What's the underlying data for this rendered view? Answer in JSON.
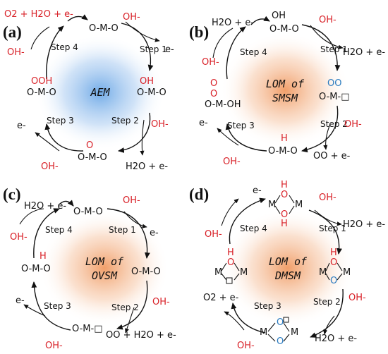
{
  "colors": {
    "oxygen_red": "#d81f26",
    "oxygen_blue": "#2b7bbf",
    "aem_glow": "#7ab2ea",
    "lom_glow": "#f2a574"
  },
  "panels": [
    {
      "id": "a",
      "letter": "(a)",
      "center": [
        "AEM"
      ],
      "steps": [
        "Step 1",
        "Step 2",
        "Step 3",
        "Step 4"
      ],
      "hydroxide": "OH-",
      "species": {
        "top": "O-M-O",
        "right": "O-M-O",
        "right_oh": "OH",
        "bottom": "O-M-O",
        "bottom_o": "O",
        "left": "O-M-O",
        "left_ooh": "OOH"
      },
      "products": {
        "top_left": "O2 + H2O + e-",
        "step1": "e-",
        "step2": "H2O + e-",
        "step3": "e-"
      }
    },
    {
      "id": "b",
      "letter": "(b)",
      "center": [
        "LOM of",
        "SMSM"
      ],
      "steps": [
        "Step 1",
        "Step 2",
        "Step 3",
        "Step 4"
      ],
      "hydroxide": "OH-",
      "species": {
        "top": "O-M-O",
        "top_oh": "OH",
        "right": "O-M-□",
        "right_oo": "OO",
        "bottom": "O-M-O",
        "bottom_h": "H",
        "left": "O-M-OH",
        "left_o1": "O",
        "left_o2": "O"
      },
      "products": {
        "top_left": "H2O + e-",
        "step1": "H2O + e-",
        "step2": "OO + e-",
        "step3": "e-"
      }
    },
    {
      "id": "c",
      "letter": "(c)",
      "center": [
        "LOM of",
        "OVSM"
      ],
      "steps": [
        "Step 1",
        "Step 2",
        "Step 3",
        "Step 4"
      ],
      "hydroxide": "OH-",
      "species": {
        "top": "O-M-O",
        "right": "O-M-O",
        "bottom": "O-M-□",
        "left": "O-M-O",
        "left_h": "H"
      },
      "products": {
        "top_left": "H2O + e-",
        "step1": "e-",
        "step2": "OO + H2O + e-",
        "step3": "e-"
      }
    },
    {
      "id": "d",
      "letter": "(d)",
      "center": [
        "LOM of",
        "DMSM"
      ],
      "steps": [
        "Step 1",
        "Step 2",
        "Step 3",
        "Step 4"
      ],
      "hydroxide": "OH-",
      "species": {
        "metal": "M",
        "oxygen": "O",
        "hydrogen": "H",
        "vacancy": "□"
      },
      "products": {
        "top_left": "e-",
        "step1": "H2O + e-",
        "step2": "H2O + e-",
        "step3": "O2 + e-"
      }
    }
  ]
}
